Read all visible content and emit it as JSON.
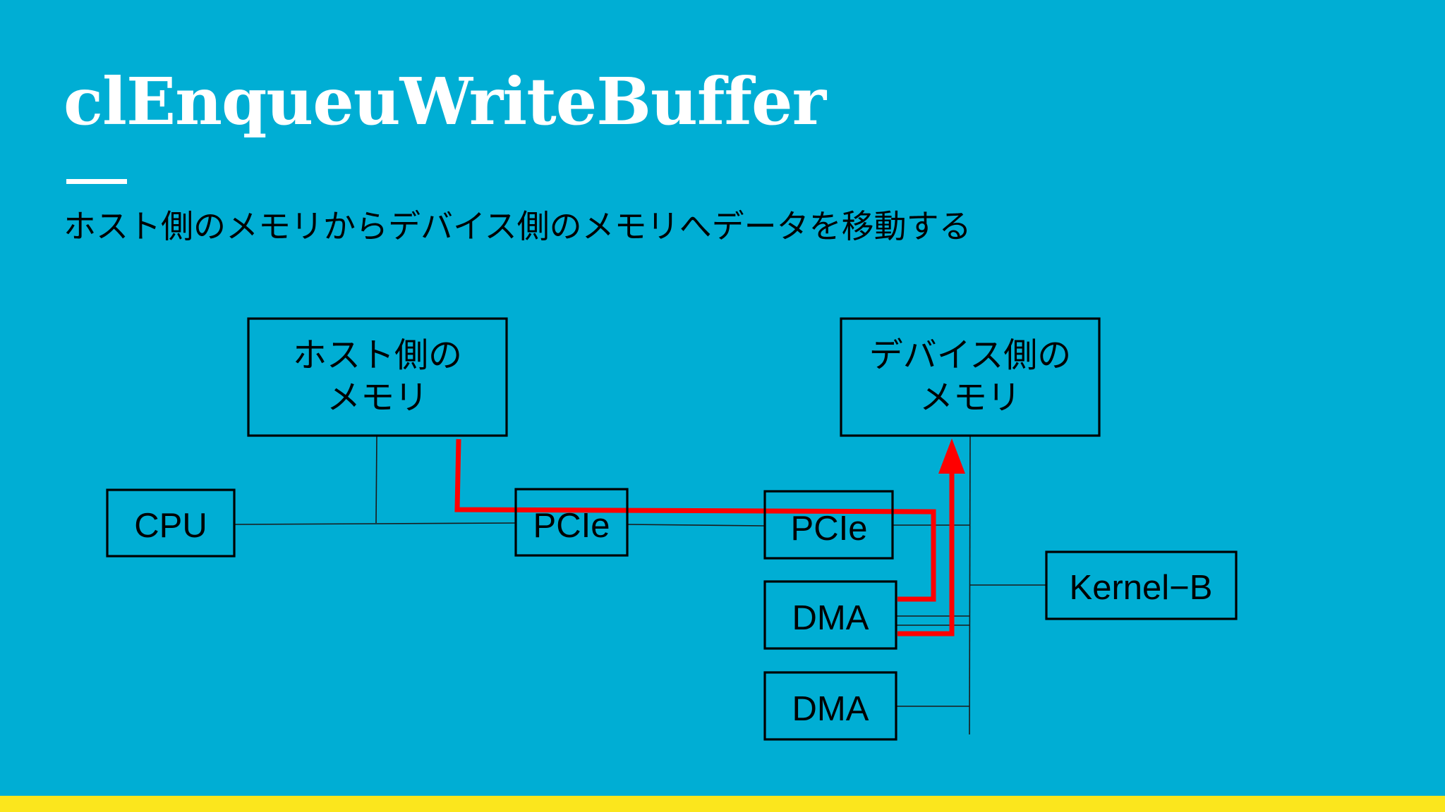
{
  "slide": {
    "title": "clEnqueuWriteBuffer",
    "subtitle": "ホスト側のメモリからデバイス側のメモリへデータを移動する"
  },
  "diagram": {
    "nodes": {
      "host_memory": {
        "line1": "ホスト側の",
        "line2": "メモリ"
      },
      "device_memory": {
        "line1": "デバイス側の",
        "line2": "メモリ"
      },
      "cpu": {
        "label": "CPU"
      },
      "pcie_host": {
        "label": "PCIe"
      },
      "pcie_device": {
        "label": "PCIe"
      },
      "dma_1": {
        "label": "DMA"
      },
      "dma_2": {
        "label": "DMA"
      },
      "kernel_b": {
        "label": "Kernel−B"
      }
    }
  },
  "colors": {
    "background": "#00aed4",
    "accent_bar": "#fbe61d",
    "data_path": "#ff0000",
    "title_text": "#ffffff"
  }
}
